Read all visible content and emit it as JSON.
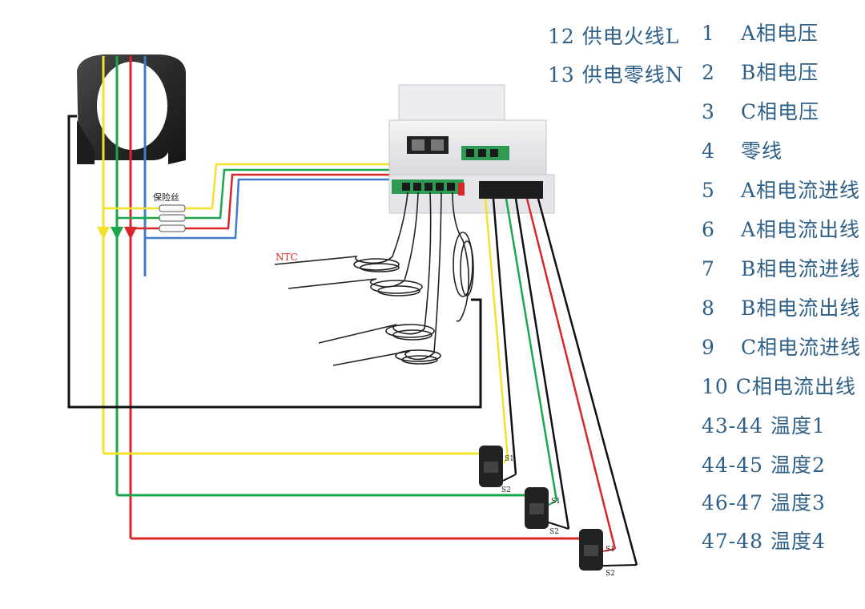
{
  "legend_top": [
    {
      "num": "12",
      "text": "供电火线L"
    },
    {
      "num": "13",
      "text": "供电零线N"
    }
  ],
  "legend_right": [
    {
      "num": "1",
      "text": "A相电压"
    },
    {
      "num": "2",
      "text": "B相电压"
    },
    {
      "num": "3",
      "text": "C相电压"
    },
    {
      "num": "4",
      "text": "零线"
    },
    {
      "num": "5",
      "text": "A相电流进线"
    },
    {
      "num": "6",
      "text": "A相电流出线"
    },
    {
      "num": "7",
      "text": "B相电流进线"
    },
    {
      "num": "8",
      "text": "B相电流出线"
    },
    {
      "num": "9",
      "text": "C相电流进线"
    },
    {
      "num": "10",
      "text": "C相电流出线"
    },
    {
      "num": "43-44",
      "text": "温度1"
    },
    {
      "num": "44-45",
      "text": "温度2"
    },
    {
      "num": "46-47",
      "text": "温度3"
    },
    {
      "num": "47-48",
      "text": "温度4"
    }
  ],
  "labels": {
    "fuse": "保险丝",
    "ntc": "NTC",
    "s1": "S1",
    "s2": "S2"
  },
  "colors": {
    "yellow": "#f2e22a",
    "green": "#1aa64a",
    "red": "#d8262a",
    "blue": "#3f7ccf",
    "black": "#111111",
    "legend_text": "#2e5f86"
  }
}
